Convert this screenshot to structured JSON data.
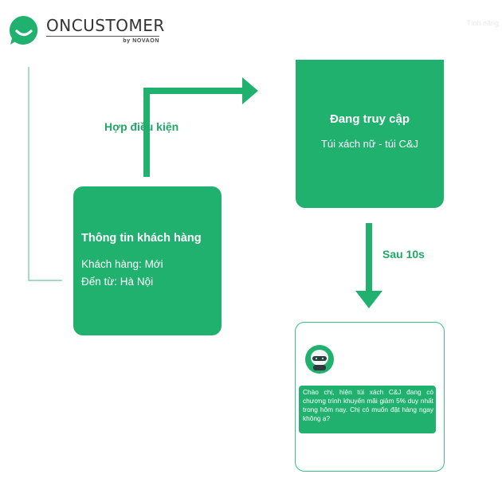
{
  "brand": {
    "name": "ONCUSTOMER",
    "sub": "by NOVAON",
    "faint_text": "Tính năng"
  },
  "colors": {
    "accent": "#20b16f",
    "label": "#20a866",
    "connector": "#6cc79a"
  },
  "nodes": {
    "customer_info": {
      "title": "Thông tin khách hàng",
      "line1": "Khách hàng: Mới",
      "line2": "Đến từ: Hà Nội"
    },
    "visiting": {
      "title": "Đang truy cập",
      "subtitle": "Túi xách nữ - túi C&J"
    },
    "chat": {
      "message": "Chào chị, hiện túi xách C&J đang có chương trình khuyến mãi giảm 5% duy nhất trong hôm nay. Chị có muốn đặt hàng ngay không ạ?"
    }
  },
  "edges": {
    "condition": "Hợp điều kiện",
    "delay": "Sau 10s"
  },
  "icons": {
    "logo": "chat-smile-icon",
    "avatar": "robot-avatar-icon"
  }
}
